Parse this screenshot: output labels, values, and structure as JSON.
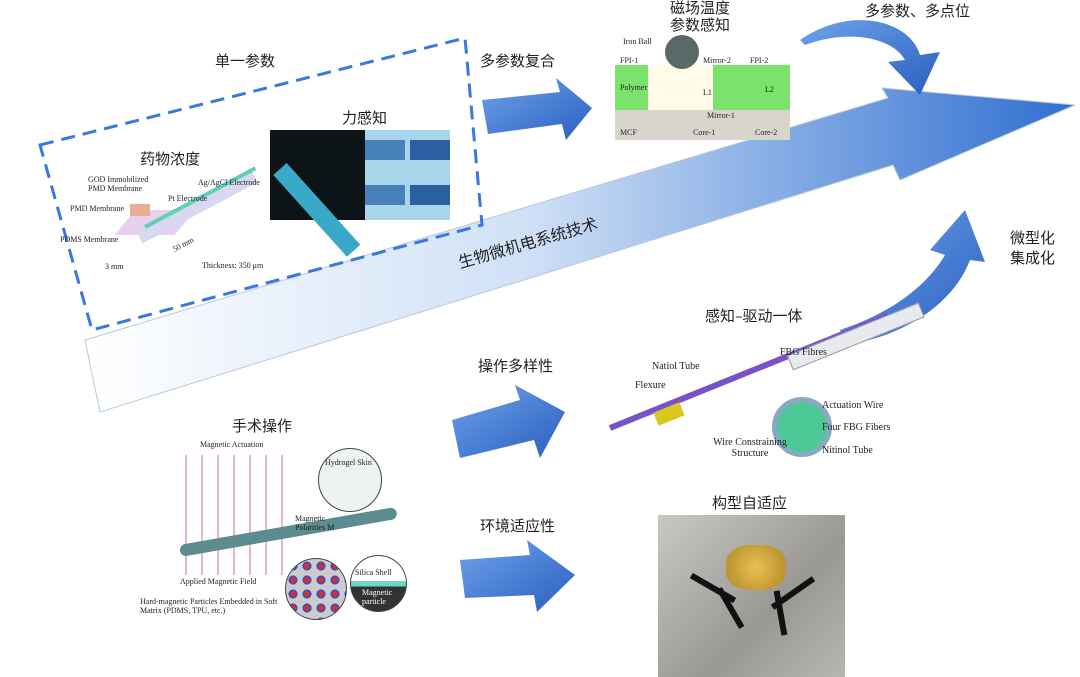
{
  "main_arrow_label": "生物微机电系统技术",
  "sections": {
    "single_param": "单一参数",
    "multi_param_composite": "多参数复合",
    "magnetic_temp": "磁场温度\n参数感知",
    "multi_point": "多参数、多点位",
    "micro_integration": "微型化\n集成化",
    "drug_conc": "药物浓度",
    "force_sense": "力感知",
    "sense_actuate": "感知–驱动一体",
    "operation_diversity": "操作多样性",
    "surgery": "手术操作",
    "env_adapt": "环境适应性",
    "config_adapt": "构型自适应"
  },
  "drug_panel": {
    "labels": [
      "GOD Immobilized PMD Membrane",
      "Pt Electrode",
      "Ag/AgCl Electrode",
      "PMD Membrane",
      "PDMS Membrane",
      "50 mm",
      "3 mm",
      "Thickness: 350 μm"
    ]
  },
  "mag_panel": {
    "labels": [
      "Iron Ball",
      "FPI-1",
      "Mirror-2",
      "FPI-2",
      "Polymer",
      "L1",
      "L2",
      "Mirror-1",
      "MCF",
      "Core-1",
      "Core-2"
    ]
  },
  "catheter_panel": {
    "labels": [
      "FBG Fibres",
      "Natiol Tube",
      "Flexure",
      "Actuation Wire",
      "Four FBG Fibers",
      "Wire Constraining Structure",
      "Nitinol Tube"
    ]
  },
  "surgery_panel": {
    "labels": [
      "Magnetic Actuation",
      "Hydrogel Skin",
      "Magnetic Polarities M",
      "Applied Magnetic Field",
      "Silica Shell",
      "Magnetic particle",
      "Hard-magnetic Particles Embedded in Soft Matrix (PDMS, TPU, etc.)"
    ]
  },
  "colors": {
    "arrow_blue": "#3a7fd8",
    "dash_blue": "#3a78e0"
  }
}
